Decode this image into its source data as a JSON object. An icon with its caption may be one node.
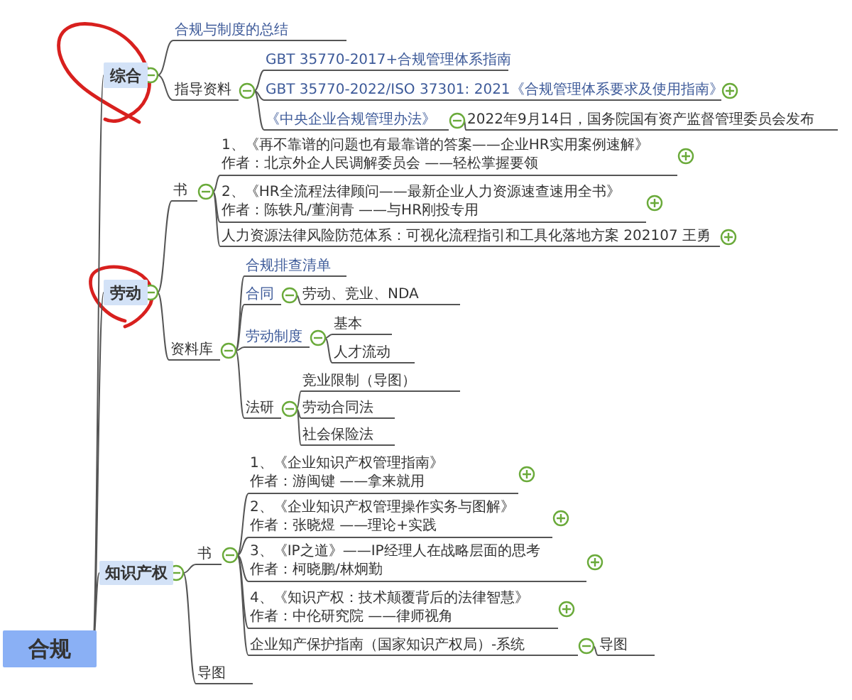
{
  "diagram": {
    "nodes": [
      {
        "text": [
          "合规"
        ]
      },
      {
        "text": [
          "综合"
        ]
      },
      {
        "text": [
          "合规与制度的总结"
        ]
      },
      {
        "text": [
          "指导资料"
        ]
      },
      {
        "text": [
          "GBT 35770-2017+合规管理体系指南"
        ]
      },
      {
        "text": [
          "GBT 35770-2022/ISO 37301: 2021《合规管理体系要求及使用指南》"
        ]
      },
      {
        "text": [
          "《中央企业合规管理办法》"
        ]
      },
      {
        "text": [
          "2022年9月14日，国务院国有资产监督管理委员会发布"
        ]
      },
      {
        "text": [
          "劳动"
        ]
      },
      {
        "text": [
          "书"
        ]
      },
      {
        "text": [
          "1、《再不靠谱的问题也有最靠谱的答案——企业HR实用案例速解》",
          "作者：北京外企人民调解委员会 ——轻松掌握要领"
        ]
      },
      {
        "text": [
          "2、《HR全流程法律顾问——最新企业人力资源速查速用全书》",
          "作者：陈轶凡/董润青 ——与HR刚投专用"
        ]
      },
      {
        "text": [
          "人力资源法律风险防范体系：可视化流程指引和工具化落地方案 202107 王勇"
        ]
      },
      {
        "text": [
          "资料库"
        ]
      },
      {
        "text": [
          "合规排查清单"
        ]
      },
      {
        "text": [
          "合同"
        ]
      },
      {
        "text": [
          "劳动、竞业、NDA"
        ]
      },
      {
        "text": [
          "劳动制度"
        ]
      },
      {
        "text": [
          "基本"
        ]
      },
      {
        "text": [
          "人才流动"
        ]
      },
      {
        "text": [
          "法研"
        ]
      },
      {
        "text": [
          "竞业限制（导图）"
        ]
      },
      {
        "text": [
          "劳动合同法"
        ]
      },
      {
        "text": [
          "社会保险法"
        ]
      },
      {
        "text": [
          "知识产权"
        ]
      },
      {
        "text": [
          "书"
        ]
      },
      {
        "text": [
          "1、《企业知识产权管理指南》",
          "作者：游闽键 ——拿来就用"
        ]
      },
      {
        "text": [
          "2、《企业知识产权管理操作实务与图解》",
          "作者：张晓煜 ——理论+实践"
        ]
      },
      {
        "text": [
          "3、《IP之道》——IP经理人在战略层面的思考",
          "作者：柯晓鹏/林炯勤"
        ]
      },
      {
        "text": [
          "4、《知识产权：技术颠覆背后的法律智慧》",
          "作者：中伦研究院 ——律师视角"
        ]
      },
      {
        "text": [
          "企业知产保护指南（国家知识产权局）-系统"
        ]
      },
      {
        "text": [
          "导图"
        ]
      },
      {
        "text": [
          "导图"
        ]
      }
    ],
    "edges": [
      {
        "from": 0,
        "to": 1,
        "arrow": "none"
      },
      {
        "from": 1,
        "to": 2,
        "arrow": "none"
      },
      {
        "from": 1,
        "to": 3,
        "arrow": "none"
      },
      {
        "from": 3,
        "to": 4,
        "arrow": "none"
      },
      {
        "from": 3,
        "to": 5,
        "arrow": "none"
      },
      {
        "from": 3,
        "to": 6,
        "arrow": "none"
      },
      {
        "from": 6,
        "to": 7,
        "arrow": "none"
      },
      {
        "from": 0,
        "to": 8,
        "arrow": "none"
      },
      {
        "from": 8,
        "to": 9,
        "arrow": "none"
      },
      {
        "from": 9,
        "to": 10,
        "arrow": "none"
      },
      {
        "from": 9,
        "to": 11,
        "arrow": "none"
      },
      {
        "from": 9,
        "to": 12,
        "arrow": "none"
      },
      {
        "from": 8,
        "to": 13,
        "arrow": "none"
      },
      {
        "from": 13,
        "to": 14,
        "arrow": "none"
      },
      {
        "from": 13,
        "to": 15,
        "arrow": "none"
      },
      {
        "from": 15,
        "to": 16,
        "arrow": "none"
      },
      {
        "from": 13,
        "to": 17,
        "arrow": "none"
      },
      {
        "from": 17,
        "to": 18,
        "arrow": "none"
      },
      {
        "from": 17,
        "to": 19,
        "arrow": "none"
      },
      {
        "from": 13,
        "to": 20,
        "arrow": "none"
      },
      {
        "from": 20,
        "to": 21,
        "arrow": "none"
      },
      {
        "from": 20,
        "to": 22,
        "arrow": "none"
      },
      {
        "from": 20,
        "to": 23,
        "arrow": "none"
      },
      {
        "from": 0,
        "to": 24,
        "arrow": "none"
      },
      {
        "from": 24,
        "to": 25,
        "arrow": "none"
      },
      {
        "from": 25,
        "to": 26,
        "arrow": "none"
      },
      {
        "from": 25,
        "to": 27,
        "arrow": "none"
      },
      {
        "from": 25,
        "to": 28,
        "arrow": "none"
      },
      {
        "from": 25,
        "to": 29,
        "arrow": "none"
      },
      {
        "from": 25,
        "to": 30,
        "arrow": "none"
      },
      {
        "from": 30,
        "to": 31,
        "arrow": "none"
      },
      {
        "from": 24,
        "to": 32,
        "arrow": "none"
      }
    ]
  }
}
